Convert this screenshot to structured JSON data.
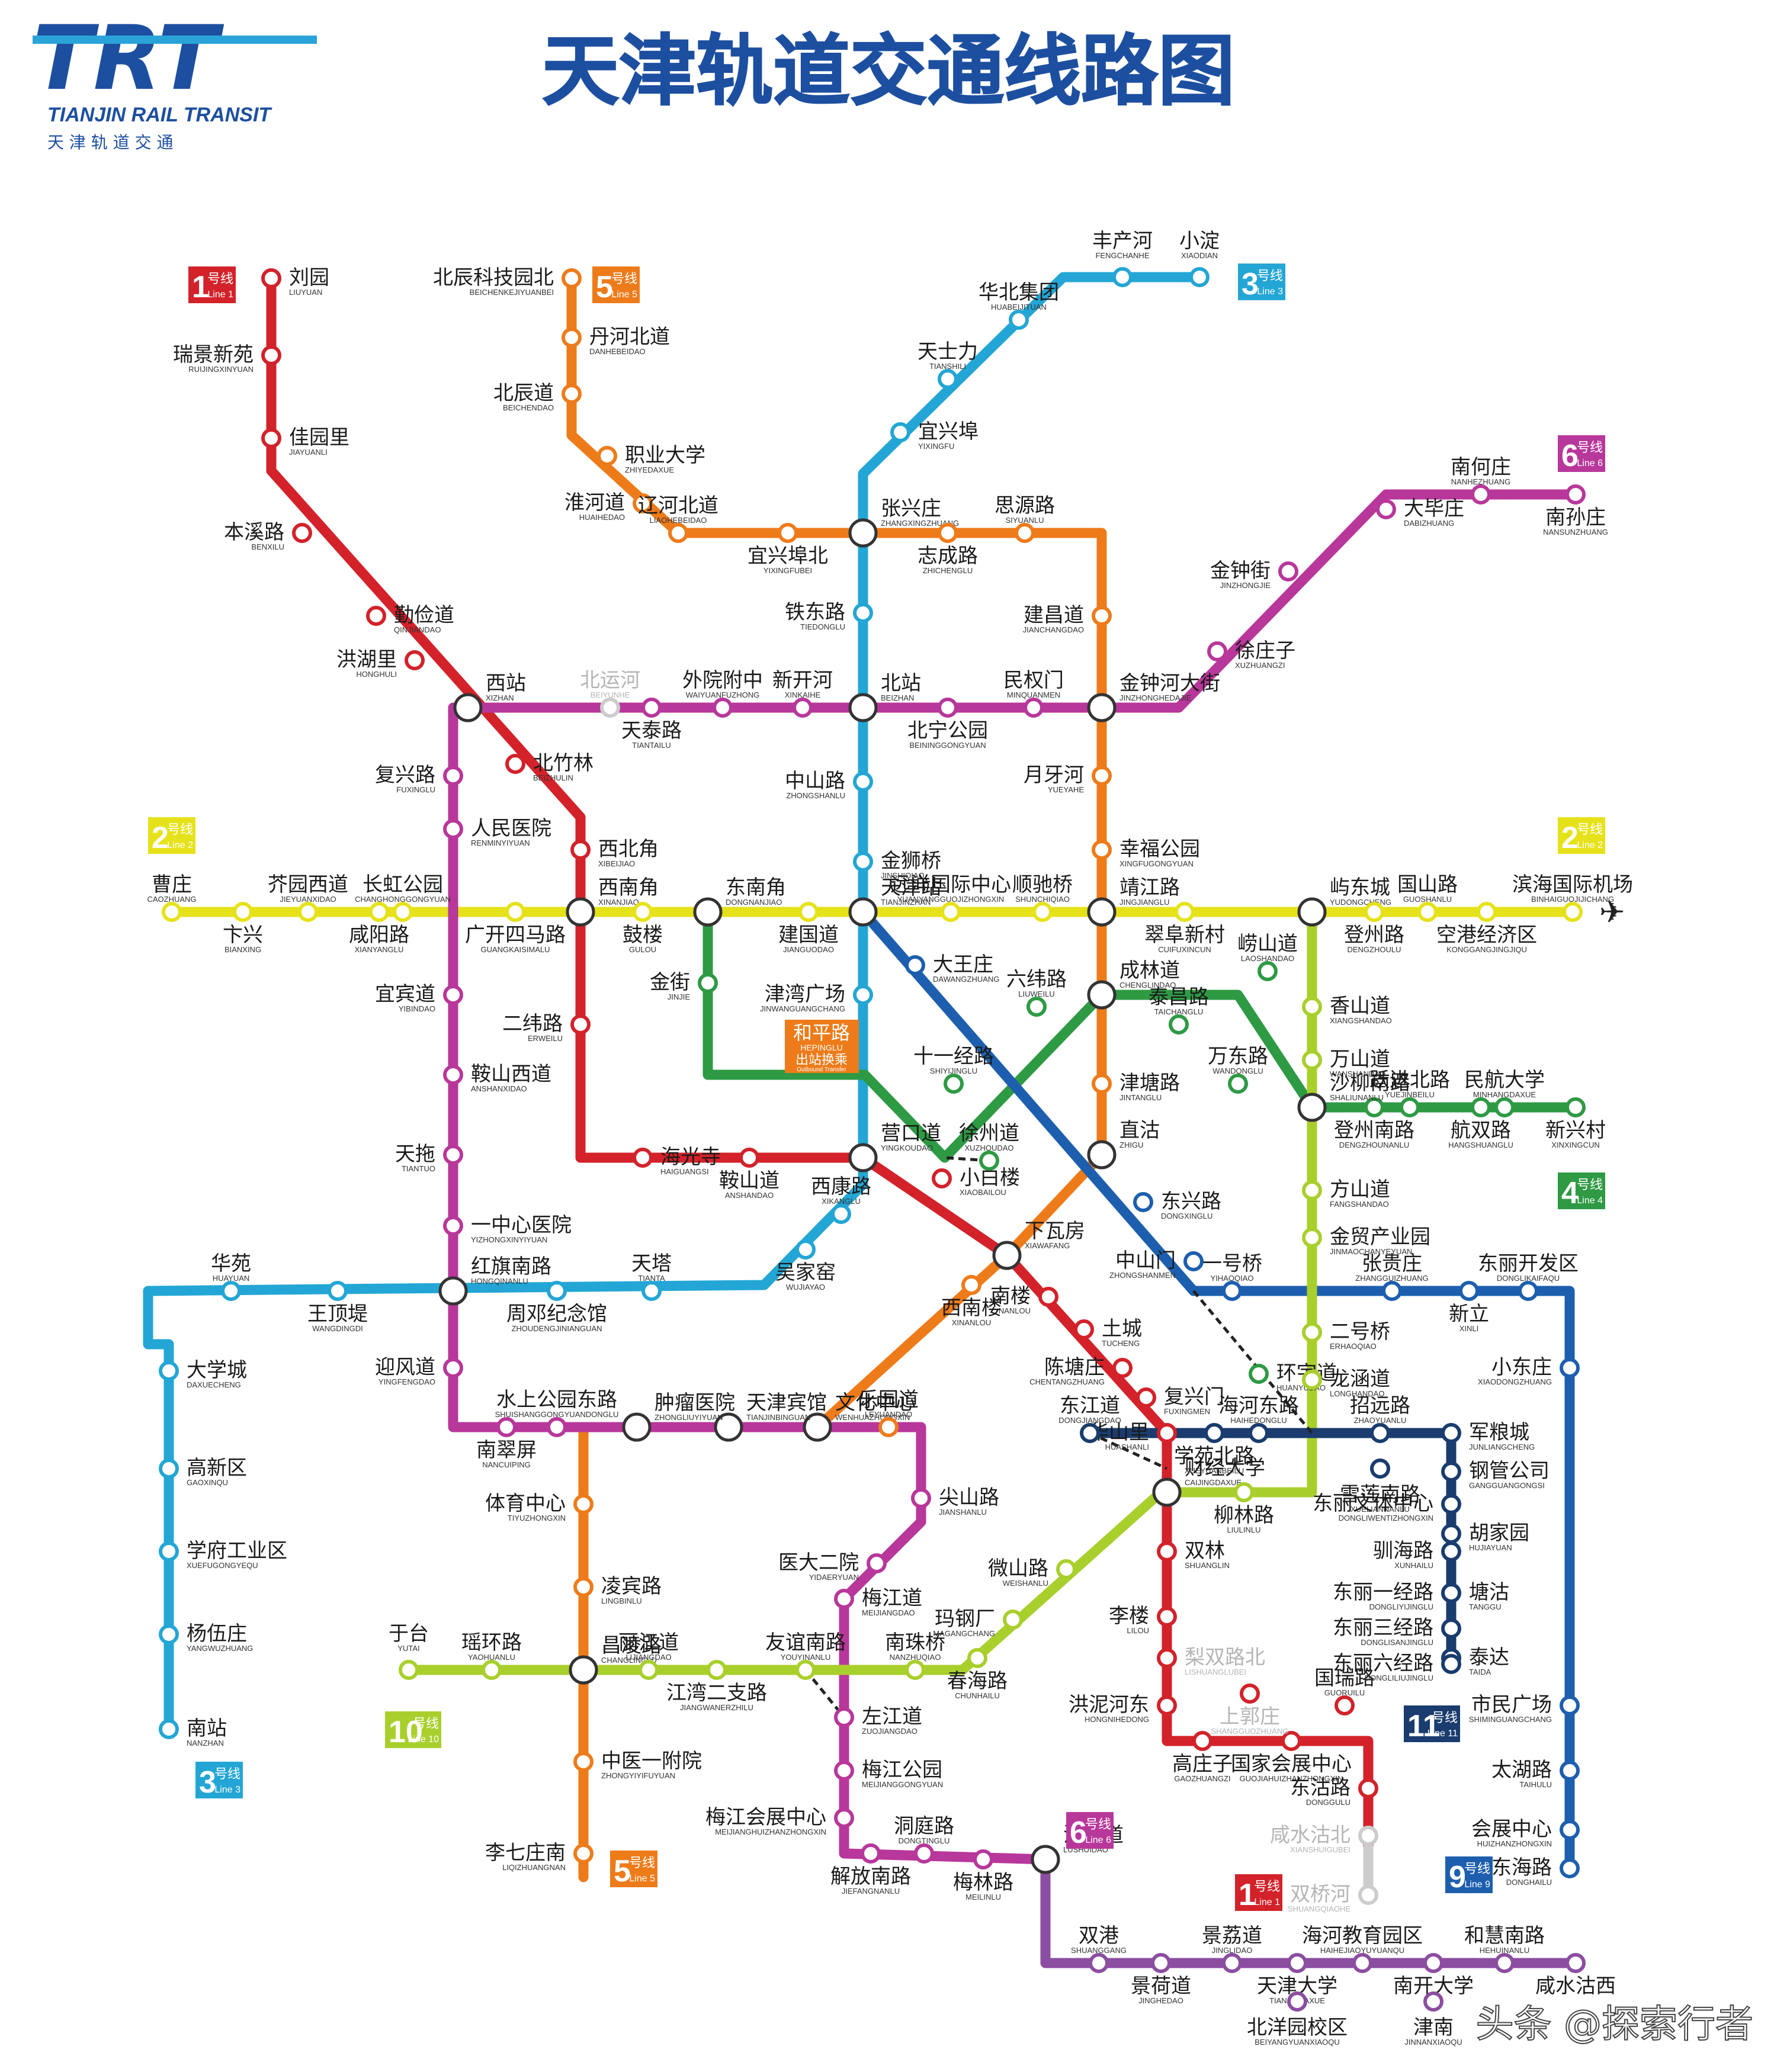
{
  "header": {
    "logo_mark": "TRT",
    "logo_en": "TIANJIN RAIL TRANSIT",
    "logo_cn": "天 津 轨 道 交 通",
    "title": "天津轨道交通线路图"
  },
  "watermark": "头条 @探索行者",
  "colors": {
    "L1": "#d3222a",
    "L2": "#e6e21a",
    "L3": "#23a6d5",
    "L4": "#2e9a44",
    "L5": "#ee7b1a",
    "L6": "#b8379a",
    "L9": "#1d5fae",
    "L10": "#a9cf2c",
    "L11": "#1a3c6e"
  },
  "badges": [
    {
      "id": "l1a",
      "num": "1",
      "cn": "号线",
      "en": "Line 1",
      "color": "#d3222a"
    },
    {
      "id": "l5a",
      "num": "5",
      "cn": "号线",
      "en": "Line 5",
      "color": "#ee7b1a"
    },
    {
      "id": "l3a",
      "num": "3",
      "cn": "号线",
      "en": "Line 3",
      "color": "#23a6d5"
    },
    {
      "id": "l6a",
      "num": "6",
      "cn": "号线",
      "en": "Line 6",
      "color": "#b8379a"
    },
    {
      "id": "l2a",
      "num": "2",
      "cn": "号线",
      "en": "Line 2",
      "color": "#e6e21a"
    },
    {
      "id": "l2b",
      "num": "2",
      "cn": "号线",
      "en": "Line 2",
      "color": "#e6e21a"
    },
    {
      "id": "l4a",
      "num": "4",
      "cn": "号线",
      "en": "Line 4",
      "color": "#2e9a44"
    },
    {
      "id": "l11a",
      "num": "11",
      "cn": "号线",
      "en": "Line 11",
      "color": "#1a3c6e"
    },
    {
      "id": "l10a",
      "num": "10",
      "cn": "号线",
      "en": "Line 10",
      "color": "#a9cf2c"
    },
    {
      "id": "l3b",
      "num": "3",
      "cn": "号线",
      "en": "Line 3",
      "color": "#23a6d5"
    },
    {
      "id": "l5b",
      "num": "5",
      "cn": "号线",
      "en": "Line 5",
      "color": "#ee7b1a"
    },
    {
      "id": "l6b",
      "num": "6",
      "cn": "号线",
      "en": "Line 6",
      "color": "#b8379a"
    },
    {
      "id": "l1b",
      "num": "1",
      "cn": "号线",
      "en": "Line 1",
      "color": "#d3222a"
    },
    {
      "id": "l9a",
      "num": "9",
      "cn": "号线",
      "en": "Line 9",
      "color": "#1d5fae"
    }
  ],
  "transfer_note": {
    "cn": "和平路",
    "en": "HEPINGLU",
    "note": "出站换乘",
    "note_en": "Outbound Transfer"
  },
  "stations": [
    {
      "id": "liuyuan",
      "cn": "刘园",
      "en": "LIUYUAN"
    },
    {
      "id": "ruijing",
      "cn": "瑞景新苑",
      "en": "RUIJINGXINYUAN"
    },
    {
      "id": "jiayuanli",
      "cn": "佳园里",
      "en": "JIAYUANLI"
    },
    {
      "id": "benxi",
      "cn": "本溪路",
      "en": "BENXILU"
    },
    {
      "id": "qinjian",
      "cn": "勤俭道",
      "en": "QINJIANDAO"
    },
    {
      "id": "honghuli",
      "cn": "洪湖里",
      "en": "HONGHULI"
    },
    {
      "id": "xizhan",
      "cn": "西站",
      "en": "XIZHAN"
    },
    {
      "id": "beizhulin",
      "cn": "北竹林",
      "en": "BEIZHULIN"
    },
    {
      "id": "xibeijiao",
      "cn": "西北角",
      "en": "XIBEIJIAO"
    },
    {
      "id": "xinanjiao",
      "cn": "西南角",
      "en": "XINANJIAO"
    },
    {
      "id": "erweilu",
      "cn": "二纬路",
      "en": "ERWEILU"
    },
    {
      "id": "haiguangsi",
      "cn": "海光寺",
      "en": "HAIGUANGSI"
    },
    {
      "id": "anshanlu",
      "cn": "鞍山道",
      "en": "ANSHANDAO"
    },
    {
      "id": "yingkoudao",
      "cn": "营口道",
      "en": "YINGKOUDAO"
    },
    {
      "id": "xiaobailou",
      "cn": "小白楼",
      "en": "XIAOBAILOU"
    },
    {
      "id": "xiawafang",
      "cn": "下瓦房",
      "en": "XIAWAFANG"
    },
    {
      "id": "nanlou",
      "cn": "南楼",
      "en": "NANLOU"
    },
    {
      "id": "tucheng",
      "cn": "土城",
      "en": "TUCHENG"
    },
    {
      "id": "chentangzhuang",
      "cn": "陈塘庄",
      "en": "CHENTANGZHUANG"
    },
    {
      "id": "fuxingmen",
      "cn": "复兴门",
      "en": "FUXINGMEN"
    },
    {
      "id": "huashanli",
      "cn": "华山里",
      "en": "HUASHANLI"
    },
    {
      "id": "caijing",
      "cn": "财经大学",
      "en": "CAIJINGDAXUE"
    },
    {
      "id": "shuanglin",
      "cn": "双林",
      "en": "SHUANGLIN"
    },
    {
      "id": "lilou",
      "cn": "李楼",
      "en": "LILOU"
    },
    {
      "id": "lishuang",
      "cn": "梨双路北",
      "en": "LISHUANGLUBEI",
      "faded": true
    },
    {
      "id": "hongnihe",
      "cn": "洪泥河东",
      "en": "HONGNIHEDONG"
    },
    {
      "id": "gaozhuangzi",
      "cn": "高庄子",
      "en": "GAOZHUANGZI"
    },
    {
      "id": "guojiahuizhan",
      "cn": "国家会展中心",
      "en": "GUOJIAHUIZHANZHONGXIN"
    },
    {
      "id": "shangguozhuang",
      "cn": "上郭庄",
      "en": "SHANGGUOZHUANG",
      "faded": true
    },
    {
      "id": "guoruilu",
      "cn": "国瑞路",
      "en": "GUORUILU"
    },
    {
      "id": "dongguolu",
      "cn": "东沽路",
      "en": "DONGGULU"
    },
    {
      "id": "xianshuigubei",
      "cn": "咸水沽北",
      "en": "XIANSHUIGUBEI",
      "faded": true
    },
    {
      "id": "shuangqiaohe",
      "cn": "双桥河",
      "en": "SHUANGQIAOHE",
      "faded": true
    },
    {
      "id": "caozhuang",
      "cn": "曹庄",
      "en": "CAOZHUANG"
    },
    {
      "id": "bianxing",
      "cn": "卞兴",
      "en": "BIANXING"
    },
    {
      "id": "jieyuan",
      "cn": "芥园西道",
      "en": "JIEYUANXIDAO"
    },
    {
      "id": "xianyang",
      "cn": "咸阳路",
      "en": "XIANYANGLU"
    },
    {
      "id": "changhong",
      "cn": "长虹公园",
      "en": "CHANGHONGGONGYUAN"
    },
    {
      "id": "guangkai",
      "cn": "广开四马路",
      "en": "GUANGKAISIMALU"
    },
    {
      "id": "dongnanjiao",
      "cn": "东南角",
      "en": "DONGNANJIAO"
    },
    {
      "id": "gulou",
      "cn": "鼓楼",
      "en": "GULOU"
    },
    {
      "id": "tianjinzhan",
      "cn": "天津站",
      "en": "TIANJINZHAN"
    },
    {
      "id": "jianguodao",
      "cn": "建国道",
      "en": "JIANGUODAO"
    },
    {
      "id": "yuanyang",
      "cn": "远洋国际中心",
      "en": "YUANYANGGUOJIZHONGXIN"
    },
    {
      "id": "shunchi",
      "cn": "顺驰桥",
      "en": "SHUNCHIQIAO"
    },
    {
      "id": "jingjiang",
      "cn": "靖江路",
      "en": "JINGJIANGLU"
    },
    {
      "id": "cuifu",
      "cn": "翠阜新村",
      "en": "CUIFUXINCUN"
    },
    {
      "id": "yudong",
      "cn": "屿东城",
      "en": "YUDONGCHENG"
    },
    {
      "id": "dengzhoulu",
      "cn": "登州路",
      "en": "DENGZHOULU"
    },
    {
      "id": "guoshan",
      "cn": "国山路",
      "en": "GUOSHANLU"
    },
    {
      "id": "konggang",
      "cn": "空港经济区",
      "en": "KONGGANGJINGJIQU"
    },
    {
      "id": "binhaijichang",
      "cn": "滨海国际机场",
      "en": "BINHAIGUOJIJICHANG"
    },
    {
      "id": "xiaodian",
      "cn": "小淀",
      "en": "XIAODIAN"
    },
    {
      "id": "fengchanhe",
      "cn": "丰产河",
      "en": "FENGCHANHE"
    },
    {
      "id": "huabei",
      "cn": "华北集团",
      "en": "HUABEIJITUAN"
    },
    {
      "id": "tianshili",
      "cn": "天士力",
      "en": "TIANSHILI"
    },
    {
      "id": "yixingfu",
      "cn": "宜兴埠",
      "en": "YIXINGFU"
    },
    {
      "id": "zhangxingzhuang",
      "cn": "张兴庄",
      "en": "ZHANGXINGZHUANG"
    },
    {
      "id": "tiedonglu",
      "cn": "铁东路",
      "en": "TIEDONGLU"
    },
    {
      "id": "beizhan",
      "cn": "北站",
      "en": "BEIZHAN"
    },
    {
      "id": "zhongshanlu",
      "cn": "中山路",
      "en": "ZHONGSHANLU"
    },
    {
      "id": "jinshiqiao",
      "cn": "金狮桥",
      "en": "JINSHIQIAO"
    },
    {
      "id": "jinwanguang",
      "cn": "津湾广场",
      "en": "JINWANGUANGCHANG"
    },
    {
      "id": "wenhuazhongxin",
      "cn": "文化中心",
      "en": "WENHUAZHONGXIN"
    },
    {
      "id": "tianjinbinguan",
      "cn": "天津宾馆",
      "en": "TIANJINBINGUAN"
    },
    {
      "id": "zhouenlai",
      "cn": "周邓纪念馆",
      "en": "ZHOUDENGJINIANGUAN"
    },
    {
      "id": "hongqinanlu",
      "cn": "红旗南路",
      "en": "HONGQINANLU"
    },
    {
      "id": "wangdingdi",
      "cn": "王顶堤",
      "en": "WANGDINGDI"
    },
    {
      "id": "huayuan",
      "cn": "华苑",
      "en": "HUAYUAN"
    },
    {
      "id": "daxuecheng",
      "cn": "大学城",
      "en": "DAXUECHENG"
    },
    {
      "id": "gaoxinqu",
      "cn": "高新区",
      "en": "GAOXINQU"
    },
    {
      "id": "xuefu",
      "cn": "学府工业区",
      "en": "XUEFUGONGYEQU"
    },
    {
      "id": "yangwuzhuang",
      "cn": "杨伍庄",
      "en": "YANGWUZHUANG"
    },
    {
      "id": "nanzhan",
      "cn": "南站",
      "en": "NANZHAN"
    },
    {
      "id": "wujiayao",
      "cn": "吴家窑",
      "en": "WUJIAYAO"
    },
    {
      "id": "xikanglu",
      "cn": "西康路",
      "en": "XIKANGLU"
    },
    {
      "id": "tianta",
      "cn": "天塔",
      "en": "TIANTA"
    },
    {
      "id": "beichenkeji",
      "cn": "北辰科技园北",
      "en": "BEICHENKEJIYUANBEI"
    },
    {
      "id": "danhebei",
      "cn": "丹河北道",
      "en": "DANHEBEIDAO"
    },
    {
      "id": "beichendao",
      "cn": "北辰道",
      "en": "BEICHENDAO"
    },
    {
      "id": "zhiyedaxue",
      "cn": "职业大学",
      "en": "ZHIYEDAXUE"
    },
    {
      "id": "huaihe",
      "cn": "淮河道",
      "en": "HUAIHEDAO"
    },
    {
      "id": "liaohebei",
      "cn": "辽河北道",
      "en": "LIAOHEBEIDAO"
    },
    {
      "id": "yixingfubei",
      "cn": "宜兴埠北",
      "en": "YIXINGFUBEI"
    },
    {
      "id": "zhichenglu",
      "cn": "志成路",
      "en": "ZHICHENGLU"
    },
    {
      "id": "siyuanlu",
      "cn": "思源路",
      "en": "SIYUANLU"
    },
    {
      "id": "jianchangdao",
      "cn": "建昌道",
      "en": "JIANCHANGDAO"
    },
    {
      "id": "jinzhonghe",
      "cn": "金钟河大街",
      "en": "JINZHONGHEDAJIE"
    },
    {
      "id": "yueyahe",
      "cn": "月牙河",
      "en": "YUEYAHE"
    },
    {
      "id": "xingfugongyuan",
      "cn": "幸福公园",
      "en": "XINGFUGONGYUAN"
    },
    {
      "id": "chenglindao",
      "cn": "成林道",
      "en": "CHENGLINDAO"
    },
    {
      "id": "jintanglu",
      "cn": "津塘路",
      "en": "JINTANGLU"
    },
    {
      "id": "zhigu",
      "cn": "直沽",
      "en": "ZHIGU"
    },
    {
      "id": "xinanlou",
      "cn": "西南楼",
      "en": "XINANLOU"
    },
    {
      "id": "leyuandao",
      "cn": "乐园道",
      "en": "LEYUANDAO"
    },
    {
      "id": "zhongliuyiyuan",
      "cn": "肿瘤医院",
      "en": "ZHONGLIUYIYUAN"
    },
    {
      "id": "tiyuzhongxin",
      "cn": "体育中心",
      "en": "TIYUZHONGXIN"
    },
    {
      "id": "lingbinlu",
      "cn": "凌宾路",
      "en": "LINGBINLU"
    },
    {
      "id": "changlinglu",
      "cn": "昌凌路",
      "en": "CHANGLINGLU"
    },
    {
      "id": "zhongyi",
      "cn": "中医一附院",
      "en": "ZHONGYIYIFUYUAN"
    },
    {
      "id": "liqizhuangnan",
      "cn": "李七庄南",
      "en": "LIQIZHUANGNAN"
    },
    {
      "id": "nanhezhuang",
      "cn": "南何庄",
      "en": "NANHEZHUANG"
    },
    {
      "id": "nansunzhuang",
      "cn": "南孙庄",
      "en": "NANSUNZHUANG"
    },
    {
      "id": "dabizhuang",
      "cn": "大毕庄",
      "en": "DABIZHUANG"
    },
    {
      "id": "jinzhongjie",
      "cn": "金钟街",
      "en": "JINZHONGJIE"
    },
    {
      "id": "xuzhuangzi",
      "cn": "徐庄子",
      "en": "XUZHUANGZI"
    },
    {
      "id": "minquanmen",
      "cn": "民权门",
      "en": "MINQUANMEN"
    },
    {
      "id": "beininggongyuan",
      "cn": "北宁公园",
      "en": "BEININGGONGYUAN"
    },
    {
      "id": "xinkaihe",
      "cn": "新开河",
      "en": "XINKAIHE"
    },
    {
      "id": "waiyuanfuzhong",
      "cn": "外院附中",
      "en": "WAIYUANFUZHONG"
    },
    {
      "id": "tiantailu",
      "cn": "天泰路",
      "en": "TIANTAILU"
    },
    {
      "id": "beiyunhe",
      "cn": "北运河",
      "en": "BEIYUNHE",
      "faded": true
    },
    {
      "id": "fuxinglu",
      "cn": "复兴路",
      "en": "FUXINGLU"
    },
    {
      "id": "renminyiyuan",
      "cn": "人民医院",
      "en": "RENMINYIYUAN"
    },
    {
      "id": "yibindao",
      "cn": "宜宾道",
      "en": "YIBINDAO"
    },
    {
      "id": "anshanxidao",
      "cn": "鞍山西道",
      "en": "ANSHANXIDAO"
    },
    {
      "id": "tiantuo",
      "cn": "天拖",
      "en": "TIANTUO"
    },
    {
      "id": "yizhongxin",
      "cn": "一中心医院",
      "en": "YIZHONGXINYIYUAN"
    },
    {
      "id": "yingfengdao",
      "cn": "迎风道",
      "en": "YINGFENGDAO"
    },
    {
      "id": "nancuiping",
      "cn": "南翠屏",
      "en": "NANCUIPING"
    },
    {
      "id": "shuishang",
      "cn": "水上公园东路",
      "en": "SHUISHANGGONGYUANDONGLU"
    },
    {
      "id": "jianshanlu",
      "cn": "尖山路",
      "en": "JIANSHANLU"
    },
    {
      "id": "yidaerYuan",
      "cn": "医大二院",
      "en": "YIDAERYUAN"
    },
    {
      "id": "meijiangdao",
      "cn": "梅江道",
      "en": "MEIJIANGDAO"
    },
    {
      "id": "zuojiangdao",
      "cn": "左江道",
      "en": "ZUOJIANGDAO"
    },
    {
      "id": "meijianggongyuan",
      "cn": "梅江公园",
      "en": "MEIJIANGGONGYUAN"
    },
    {
      "id": "meijianghuizhan",
      "cn": "梅江会展中心",
      "en": "MEIJIANGHUIZHANZHONGXIN"
    },
    {
      "id": "dongtinglu",
      "cn": "洞庭路",
      "en": "DONGTINGLU"
    },
    {
      "id": "jiefangnanlu",
      "cn": "解放南路",
      "en": "JIEFANGNANLU"
    },
    {
      "id": "meilinlu",
      "cn": "梅林路",
      "en": "MEILINLU"
    },
    {
      "id": "lushuidao",
      "cn": "渌水道",
      "en": "LUSHUIDAO"
    },
    {
      "id": "shuanggang",
      "cn": "双港",
      "en": "SHUANGGANG"
    },
    {
      "id": "jingheDao",
      "cn": "景荷道",
      "en": "JINGHEDAO"
    },
    {
      "id": "jinglidao",
      "cn": "景荔道",
      "en": "JINGLIDAO"
    },
    {
      "id": "tianjindaxue",
      "cn": "天津大学",
      "en": "TIANJINDAXUE"
    },
    {
      "id": "beiyang",
      "cn": "北洋园校区",
      "en": "BEIYANGYUANXIAOQU"
    },
    {
      "id": "haihejiaoyu",
      "cn": "海河教育园区",
      "en": "HAIHEJIAOYUYUANQU"
    },
    {
      "id": "nankaidaxue",
      "cn": "南开大学",
      "en": ""
    },
    {
      "id": "jinnan",
      "cn": "津南",
      "en": "JINNANXIAOQU"
    },
    {
      "id": "hehuinanlu",
      "cn": "和慧南路",
      "en": "HEHUINANLU"
    },
    {
      "id": "xianshuguxi",
      "cn": "咸水沽西",
      "en": ""
    },
    {
      "id": "shuangshuiqing",
      "cn": "于台",
      "en": "YUTAI"
    },
    {
      "id": "yaohuanlu",
      "cn": "瑶环路",
      "en": "YAOHUANLU"
    },
    {
      "id": "lijiangdao",
      "cn": "丽江道",
      "en": "LIJIANGDAO"
    },
    {
      "id": "jiangwan",
      "cn": "江湾二支路",
      "en": "JIANGWANERZHILU"
    },
    {
      "id": "youyinanlu",
      "cn": "友谊南路",
      "en": "YOUYINANLU"
    },
    {
      "id": "nanzhuqiao",
      "cn": "南珠桥",
      "en": "NANZHUQIAO"
    },
    {
      "id": "chunhailu",
      "cn": "春海路",
      "en": "CHUNHAILU"
    },
    {
      "id": "magangchang",
      "cn": "玛钢厂",
      "en": "MAGANGCHANG"
    },
    {
      "id": "weishanlu",
      "cn": "微山路",
      "en": "WEISHANLU"
    },
    {
      "id": "liulinlu",
      "cn": "柳林路",
      "en": "LIULINLU"
    },
    {
      "id": "xueyuanbeilu",
      "cn": "学苑北路",
      "en": "XUEYUANBEILU"
    },
    {
      "id": "haihedonglu",
      "cn": "海河东路",
      "en": "HAIHEDONGLU"
    },
    {
      "id": "huanyudao",
      "cn": "环宇道",
      "en": "HUANYUDAO"
    },
    {
      "id": "dongjiangdao",
      "cn": "东江道",
      "en": "DONGJIANGDAO"
    },
    {
      "id": "zhaoyuanlu",
      "cn": "招远路",
      "en": "ZHAOYUANLU"
    },
    {
      "id": "junliangcheng",
      "cn": "军粮城",
      "en": "JUNLIANGCHENG"
    },
    {
      "id": "gangguan",
      "cn": "钢管公司",
      "en": "GANGGUANGONGSI"
    },
    {
      "id": "hujiayuan",
      "cn": "胡家园",
      "en": "HUJIAYUAN"
    },
    {
      "id": "tanggu",
      "cn": "塘沽",
      "en": "TANGGU"
    },
    {
      "id": "taida",
      "cn": "泰达",
      "en": "TAIDA"
    },
    {
      "id": "shimin",
      "cn": "市民广场",
      "en": "SHIMINGUANGCHANG"
    },
    {
      "id": "taihulu",
      "cn": "太湖路",
      "en": "TAIHULU"
    },
    {
      "id": "huizhan",
      "cn": "会展中心",
      "en": "HUIZHANZHONGXIN"
    },
    {
      "id": "donghailu",
      "cn": "东海路",
      "en": "DONGHAILU"
    },
    {
      "id": "xiaodongzhuang",
      "cn": "小东庄",
      "en": "XIAODONGZHUANG"
    },
    {
      "id": "xinli",
      "cn": "新立",
      "en": "XINLI"
    },
    {
      "id": "donglikaifa",
      "cn": "东丽开发区",
      "en": "DONGLIKAIFAQU"
    },
    {
      "id": "zhangguizhuang",
      "cn": "张贵庄",
      "en": "ZHANGGUIZHUANG"
    },
    {
      "id": "yihaoqiao",
      "cn": "一号桥",
      "en": "YIHAOQIAO"
    },
    {
      "id": "zhongshanmen",
      "cn": "中山门",
      "en": "ZHONGSHANMEN"
    },
    {
      "id": "dongxinglu",
      "cn": "东兴路",
      "en": "DONGXINGLU"
    },
    {
      "id": "erhaoqiao",
      "cn": "二号桥",
      "en": "ERHAOQIAO"
    },
    {
      "id": "longhandao",
      "cn": "龙涵道",
      "en": "LONGHANDAO"
    },
    {
      "id": "xueliannanlu",
      "cn": "雪莲南路",
      "en": "XUELIANNANLU"
    },
    {
      "id": "donglitiyu",
      "cn": "东丽文体中心",
      "en": "DONGLIWENTIZHONGXIN"
    },
    {
      "id": "xunhailu",
      "cn": "驯海路",
      "en": "XUNHAILU"
    },
    {
      "id": "dongliyi",
      "cn": "东丽一经路",
      "en": "DONGLIYIJINGLU"
    },
    {
      "id": "donglisan",
      "cn": "东丽三经路",
      "en": "DONGLISANJINGLU"
    },
    {
      "id": "dongliliu",
      "cn": "东丽六经路",
      "en": "DONGLILIUJINGLU"
    },
    {
      "id": "jinmao",
      "cn": "金贸产业园",
      "en": "JINMAOCHANYEYUAN"
    },
    {
      "id": "fangshandao",
      "cn": "方山道",
      "en": "FANGSHANDAO"
    },
    {
      "id": "dengzhounanlu",
      "cn": "登州南路",
      "en": "DENGZHOUNANLU"
    },
    {
      "id": "hangshuanglu",
      "cn": "航双路",
      "en": "HANGSHUANGLU"
    },
    {
      "id": "xinxingcun",
      "cn": "新兴村",
      "en": "XINXINGCUN"
    },
    {
      "id": "minhang",
      "cn": "民航大学",
      "en": "MINHANGDAXUE"
    },
    {
      "id": "yuejinbeilu",
      "cn": "跃进北路",
      "en": "YUEJINBEILU"
    },
    {
      "id": "wanshandao",
      "cn": "万山道",
      "en": "WANSHANDAO"
    },
    {
      "id": "xiangshandao",
      "cn": "香山道",
      "en": "XIANGSHANDAO"
    },
    {
      "id": "laoshandao",
      "cn": "崂山道",
      "en": "LAOSHANDAO"
    },
    {
      "id": "shaliunanlu",
      "cn": "沙柳南路",
      "en": "SHALIUNANLU"
    },
    {
      "id": "wandonglu",
      "cn": "万东路",
      "en": "WANDONGLU"
    },
    {
      "id": "taichanglu",
      "cn": "泰昌路",
      "en": "TAICHANGLU"
    },
    {
      "id": "liuweilu",
      "cn": "六纬路",
      "en": "LIUWEILU"
    },
    {
      "id": "shiyijinglu",
      "cn": "十一经路",
      "en": "SHIYIJINGLU"
    },
    {
      "id": "xuzhoudao",
      "cn": "徐州道",
      "en": "XUZHOUDAO"
    },
    {
      "id": "dawangzhuang",
      "cn": "大王庄",
      "en": "DAWANGZHUANG"
    },
    {
      "id": "jinjie",
      "cn": "金街",
      "en": "JINJIE"
    }
  ]
}
